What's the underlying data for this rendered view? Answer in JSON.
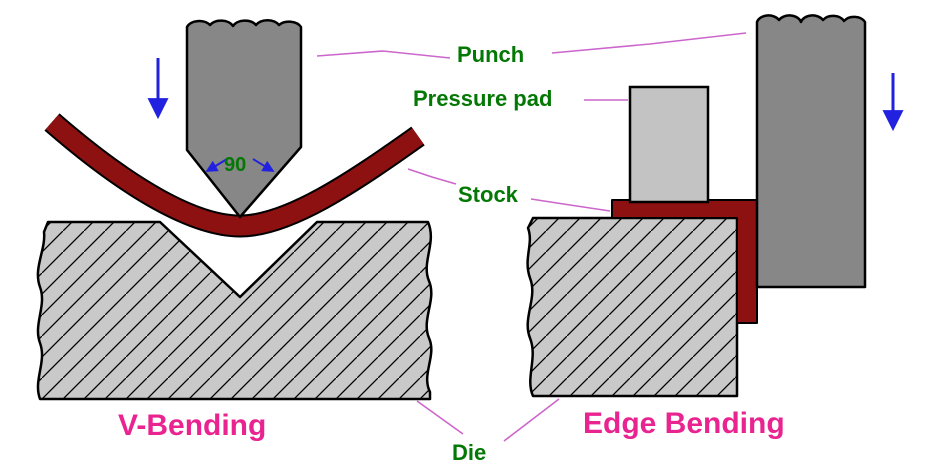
{
  "figure": {
    "left_title": "V-Bending",
    "right_title": "Edge Bending"
  },
  "labels": {
    "punch": "Punch",
    "pressure_pad": "Pressure pad",
    "stock": "Stock",
    "die": "Die"
  },
  "annotations": {
    "punch_angle": "90"
  },
  "colors": {
    "punch_fill": "#878787",
    "pressure_pad_fill": "#C3C3C3",
    "die_fill": "#C9C9C9",
    "stock_fill": "#8E1111",
    "outline": "#000000",
    "label_green": "#047804",
    "title_pink": "#E9238F",
    "leader_line": "#CC66CC",
    "arrow_blue": "#2121DF",
    "background": "#FFFFFF"
  }
}
